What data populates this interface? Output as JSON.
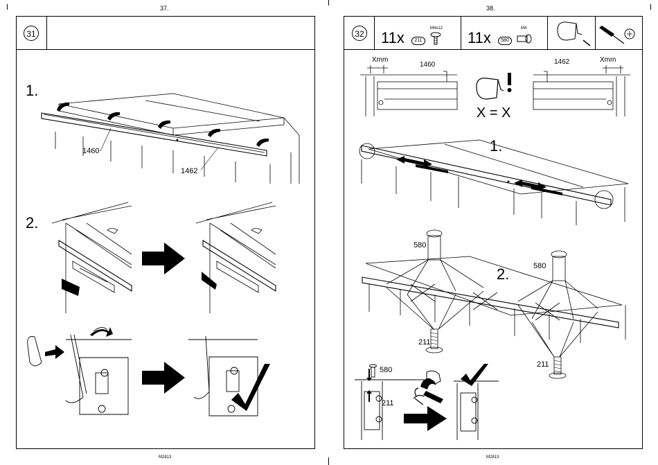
{
  "pages": [
    {
      "page_number": "37.",
      "step_number": "31",
      "footer": "M2813",
      "substeps": [
        "1.",
        "2."
      ],
      "labels": {
        "rail_left": "1460",
        "rail_right": "1462"
      }
    },
    {
      "page_number": "38.",
      "step_number": "32",
      "footer": "M2813",
      "parts": [
        {
          "qty": "11x",
          "part_no": "211",
          "spec": "M4x12",
          "icon": "screw-icon"
        },
        {
          "qty": "11x",
          "part_no": "580",
          "spec": "M4",
          "icon": "spacer-icon"
        }
      ],
      "tools": [
        "clip-icon",
        "screwdriver-icon"
      ],
      "substeps": [
        "1.",
        "2."
      ],
      "labels": {
        "x_left": "Xmm",
        "x_right": "Xmm",
        "rail_left": "1460",
        "rail_right": "1462",
        "equation": "X = X",
        "part_580": "580",
        "part_211": "211"
      }
    }
  ]
}
